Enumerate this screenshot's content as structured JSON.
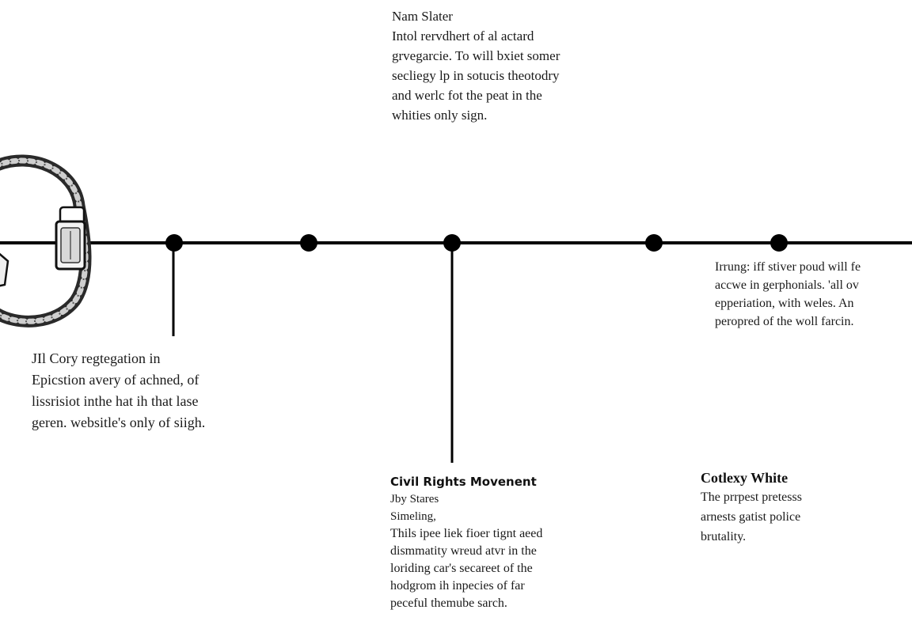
{
  "timeline": {
    "top_note": {
      "name": "Nam Slater",
      "body": "Intol rervdhert of al actard\ngrvegarcie. To will bxiet somer\nsecliegy lp in sotucis theotodry\nand werlc fot the peat in the\nwhities only sign."
    },
    "left_note": {
      "body": "JIl Cory regtegation in\nEpicstion avery of achned, of\nlissrisiot inthe hat ih that lase\ngeren. websitle's only of siigh."
    },
    "right_note": {
      "body": "Irrung: iff stiver poud will fe\naccwe in gerphonials. 'all ov\nepperiation, with weles. An\nperopred of the woll farcin."
    },
    "civil_rights": {
      "title": "Civil Rights Movenent",
      "line1": "Jby Stares",
      "line2": "Simeling,",
      "body": "Thils ipee liek fioer tignt aeed\ndismmatity wreud atvr in the\nloriding car's secareet of the\nhodgrom ih inpecies of far\npeceful themube sarch."
    },
    "cotlexy": {
      "title": "Cotlexy White",
      "body": "The prrpest pretesss\narnests gatist police\nbrutality."
    }
  },
  "colors": {
    "line": "#000000",
    "text": "#1a1a1a",
    "background": "#ffffff"
  },
  "icons": {
    "left_image": "twisted-rope-handcuff-icon"
  }
}
